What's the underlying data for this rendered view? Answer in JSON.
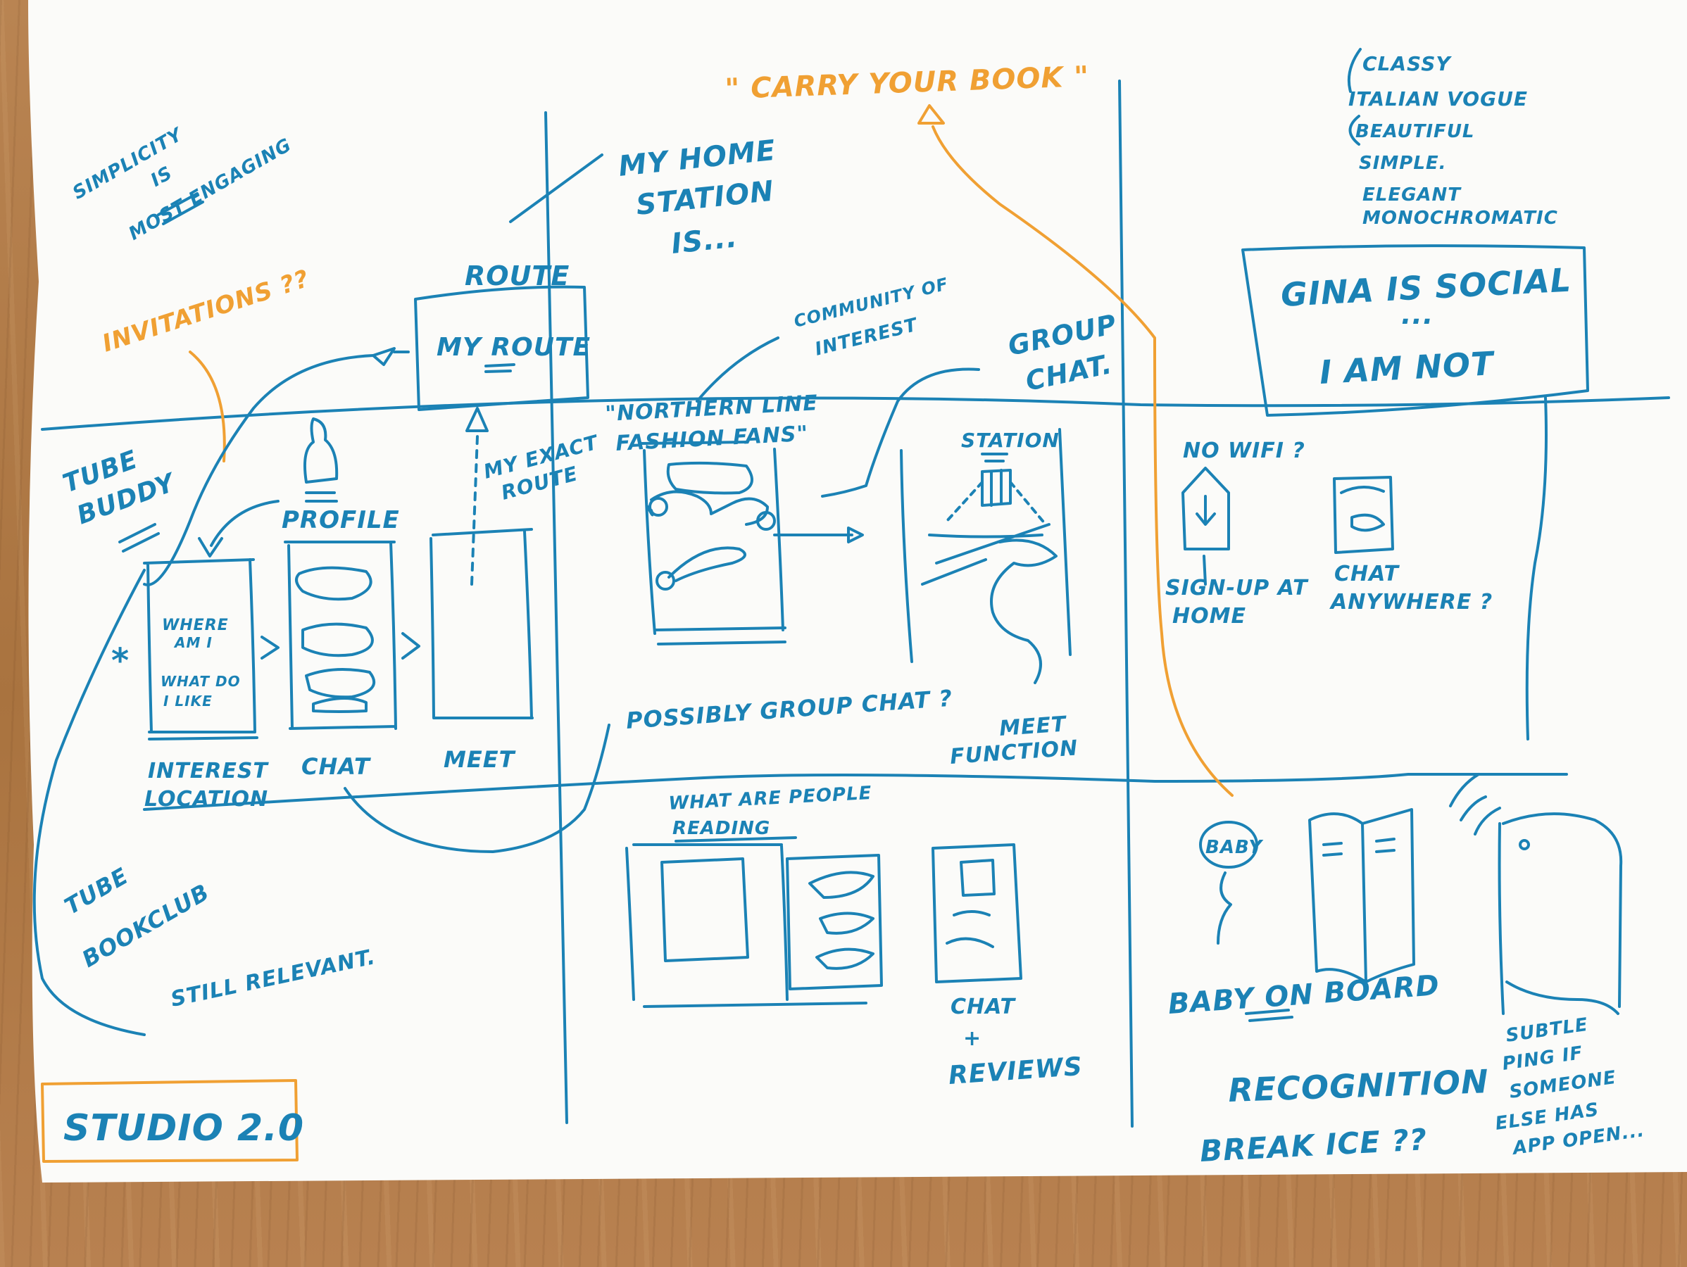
{
  "colors": {
    "marker_blue": "#1b82b5",
    "marker_orange": "#f0a033",
    "paper": "#fbfbf9"
  },
  "top_left": {
    "line1": "SIMPLICITY",
    "line2": "IS",
    "line3": "MOST ENGAGING"
  },
  "invitations": "INVITATIONS ??",
  "route_label": "ROUTE",
  "my_route": "MY ROUTE",
  "home_station": {
    "line1": "MY HOME",
    "line2": "STATION",
    "line3": "IS..."
  },
  "carry_book": "\" CARRY YOUR BOOK \"",
  "style_words": {
    "w1": "CLASSY",
    "w2": "ITALIAN VOGUE",
    "w3": "BEAUTIFUL",
    "w4": "SIMPLE.",
    "w5": "ELEGANT",
    "w6": "MONOCHROMATIC"
  },
  "gina_box": {
    "line1": "GINA IS SOCIAL",
    "line2": "...",
    "line3": "I AM NOT"
  },
  "community": {
    "line1": "COMMUNITY OF",
    "line2": "INTEREST"
  },
  "group_chat": {
    "line1": "GROUP",
    "line2": "CHAT."
  },
  "northern_line": {
    "line1": "\"NORTHERN LINE",
    "line2": "FASHION FANS\""
  },
  "tube_buddy": {
    "line1": "TUBE",
    "line2": "BUDDY"
  },
  "profile": "PROFILE",
  "my_exact_route": {
    "line1": "MY EXACT",
    "line2": "ROUTE"
  },
  "station": "STATION",
  "no_wifi": "NO WIFI ?",
  "screen1": {
    "l1": "WHERE",
    "l2": "AM I",
    "l3": "WHAT DO",
    "l4": "I LIKE"
  },
  "star": "*",
  "signup": {
    "line1": "SIGN-UP AT",
    "line2": "HOME"
  },
  "chat_anywhere": {
    "line1": "CHAT",
    "line2": "ANYWHERE ?"
  },
  "possibly_group_chat": "POSSIBLY GROUP CHAT ?",
  "interest_location": {
    "line1": "INTEREST",
    "line2": "LOCATION"
  },
  "chat_label": "CHAT",
  "meet_label": "MEET",
  "meet_function": {
    "line1": "MEET",
    "line2": "FUNCTION"
  },
  "what_reading": {
    "line1": "WHAT ARE PEOPLE",
    "line2": "READING"
  },
  "baby_badge": "BABY",
  "tube_bookclub": {
    "line1": "TUBE",
    "line2": "BOOKCLUB"
  },
  "still_relevant": "STILL RELEVANT.",
  "chat_reviews": {
    "line1": "CHAT",
    "line2": "+",
    "line3": "REVIEWS"
  },
  "baby_on_board": "BABY ON BOARD",
  "subtle_ping": {
    "l1": "SUBTLE",
    "l2": "PING IF",
    "l3": "SOMEONE",
    "l4": "ELSE HAS",
    "l5": "APP OPEN..."
  },
  "studio": "STUDIO 2.0",
  "recognition": "RECOGNITION",
  "break_ice": "BREAK ICE ??"
}
